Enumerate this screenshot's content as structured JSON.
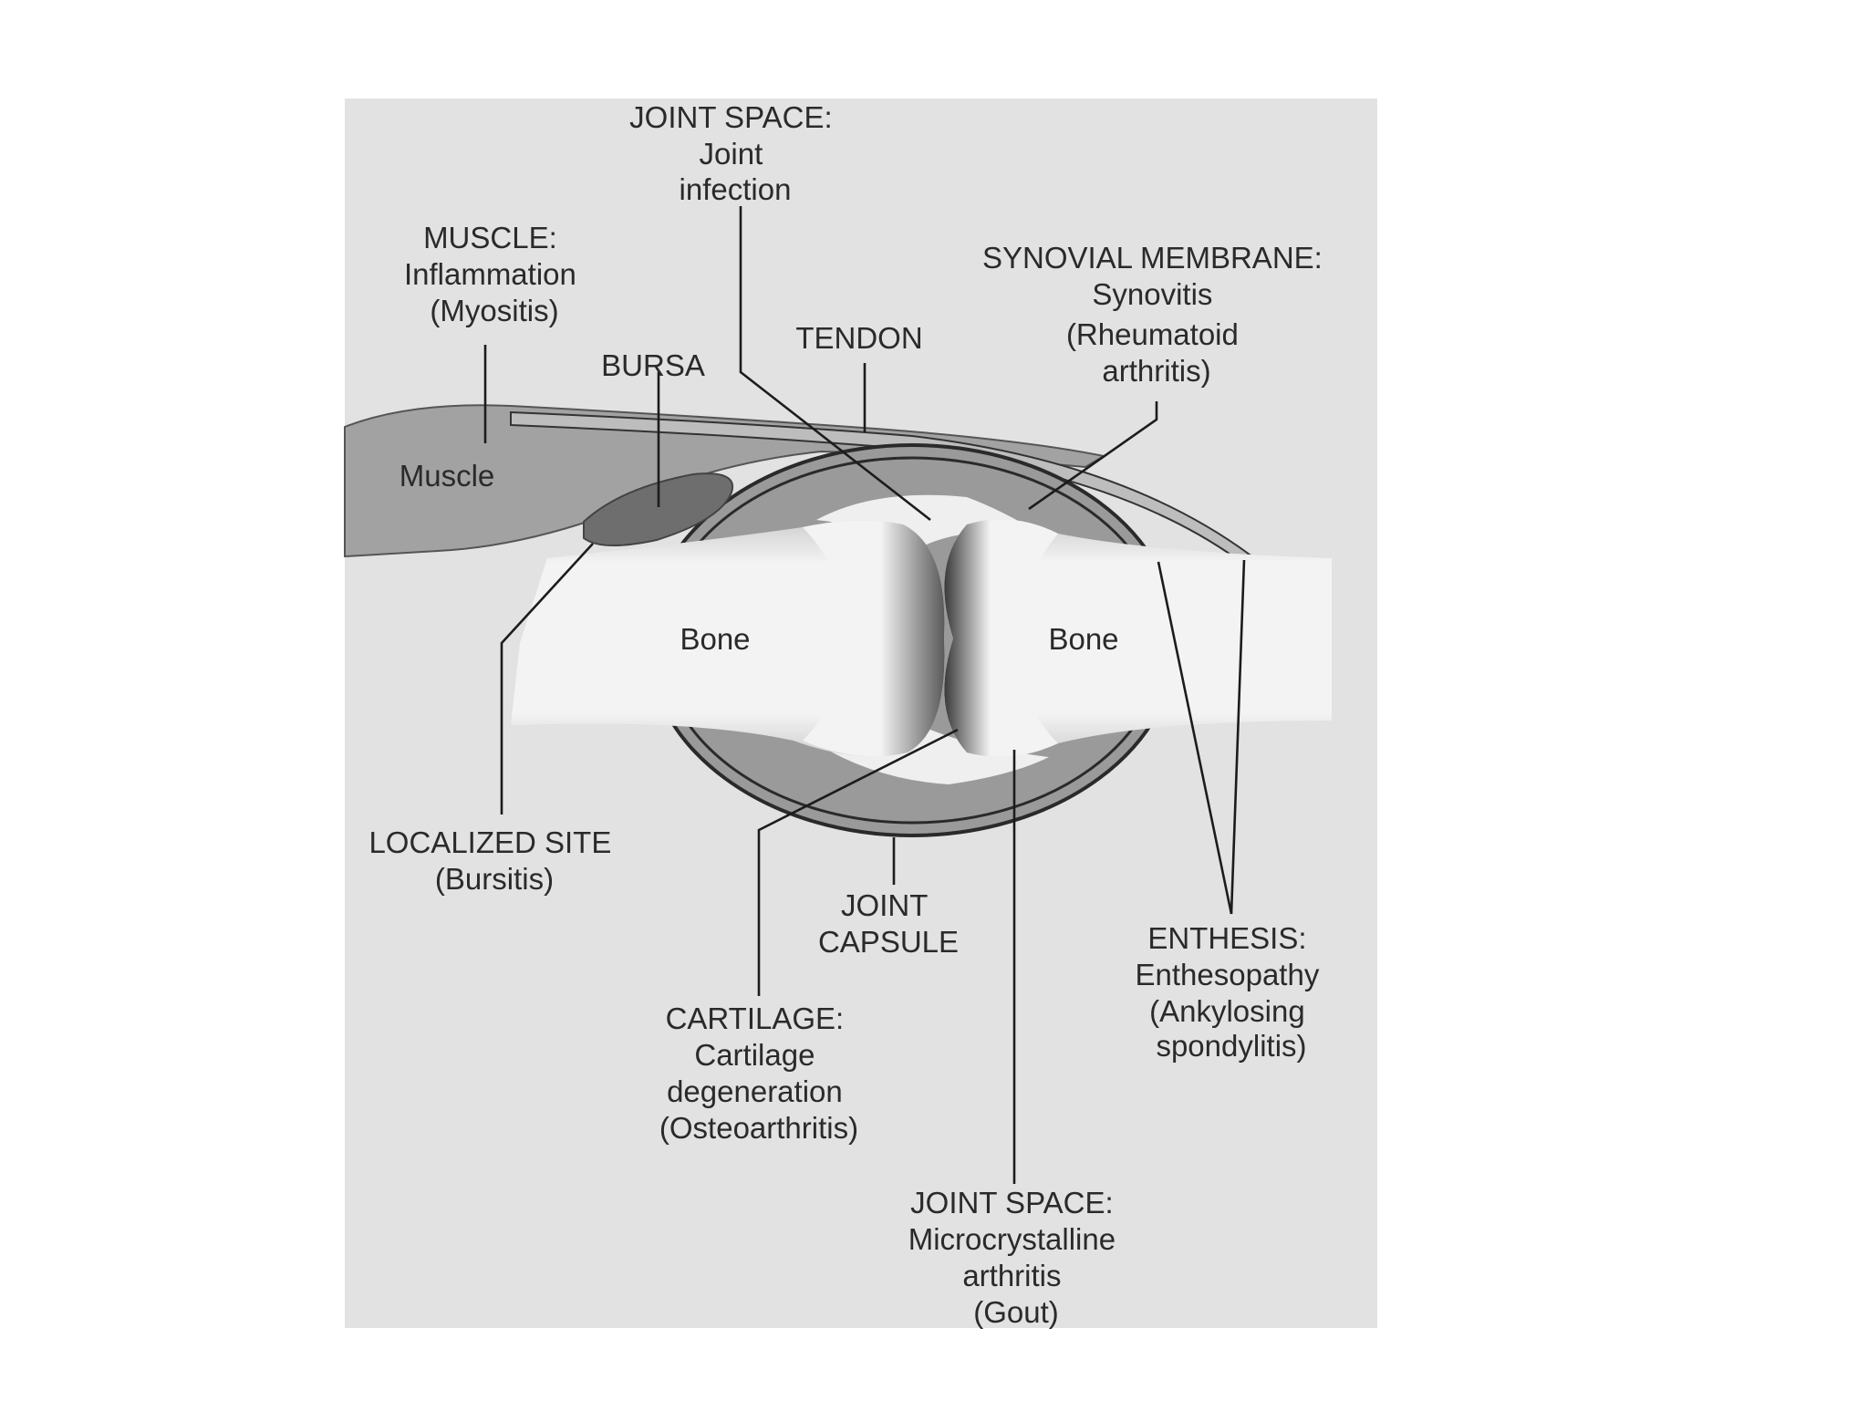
{
  "colors": {
    "panel": "#e2e2e2",
    "muscle": "#a2a2a2",
    "bursa": "#6e6e6e",
    "capsule_fill": "#9a9a9a",
    "bone": "#f2f2f2",
    "bone_shade": "#4a4a4a",
    "line": "#1c1c1c"
  },
  "tissues": {
    "muscle": "Muscle",
    "bone_left": "Bone",
    "bone_right": "Bone"
  },
  "labels": {
    "joint_space_top": [
      "JOINT SPACE:",
      "Joint",
      "infection"
    ],
    "muscle": [
      "MUSCLE:",
      "Inflammation",
      "(Myositis)"
    ],
    "bursa": [
      "BURSA"
    ],
    "tendon": [
      "TENDON"
    ],
    "synovial": [
      "SYNOVIAL MEMBRANE:",
      "Synovitis",
      "(Rheumatoid",
      "arthritis)"
    ],
    "localized": [
      "LOCALIZED SITE",
      "(Bursitis)"
    ],
    "capsule": [
      "JOINT",
      "CAPSULE"
    ],
    "enthesis": [
      "ENTHESIS:",
      "Enthesopathy",
      "(Ankylosing",
      "spondylitis)"
    ],
    "cartilage": [
      "CARTILAGE:",
      "Cartilage",
      "degeneration",
      "(Osteoarthritis)"
    ],
    "joint_space_bottom": [
      "JOINT SPACE:",
      "Microcrystalline",
      "arthritis",
      "(Gout)"
    ]
  }
}
